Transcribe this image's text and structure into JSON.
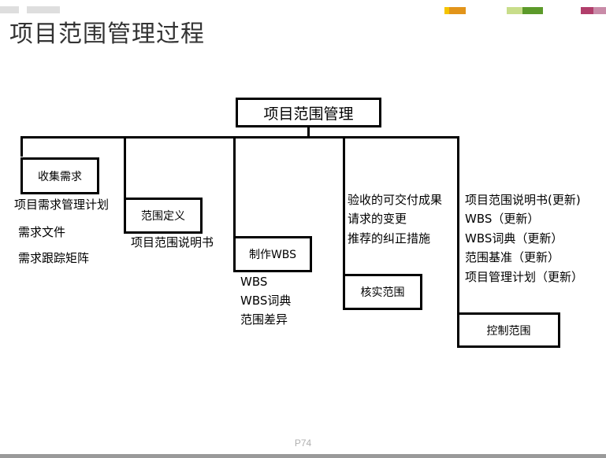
{
  "slide": {
    "title": "项目范围管理过程",
    "page_number": "P74",
    "top_bars": {
      "left": [
        "#dedede",
        "#dedede"
      ],
      "right": [
        "#f5c400",
        "#e2941a",
        "#c8dd8a",
        "#5c9a2a",
        "#b13e6b",
        "#c98ba8"
      ]
    }
  },
  "diagram": {
    "root": "项目范围管理",
    "nodes": [
      {
        "label": "收集需求",
        "outputs": [
          "项目需求管理计划",
          "需求文件",
          "需求跟踪矩阵"
        ]
      },
      {
        "label": "范围定义",
        "outputs": [
          "项目范围说明书"
        ]
      },
      {
        "label": "制作WBS",
        "outputs": [
          "WBS",
          "WBS词典",
          "范围差异"
        ]
      },
      {
        "label": "核实范围",
        "outputs": [
          "验收的可交付成果",
          "请求的变更",
          "推荐的纠正措施"
        ]
      },
      {
        "label": "控制范围",
        "outputs": [
          "项目范围说明书(更新)",
          "WBS（更新）",
          "WBS词典（更新）",
          "范围基准（更新）",
          "项目管理计划（更新）"
        ]
      }
    ]
  }
}
